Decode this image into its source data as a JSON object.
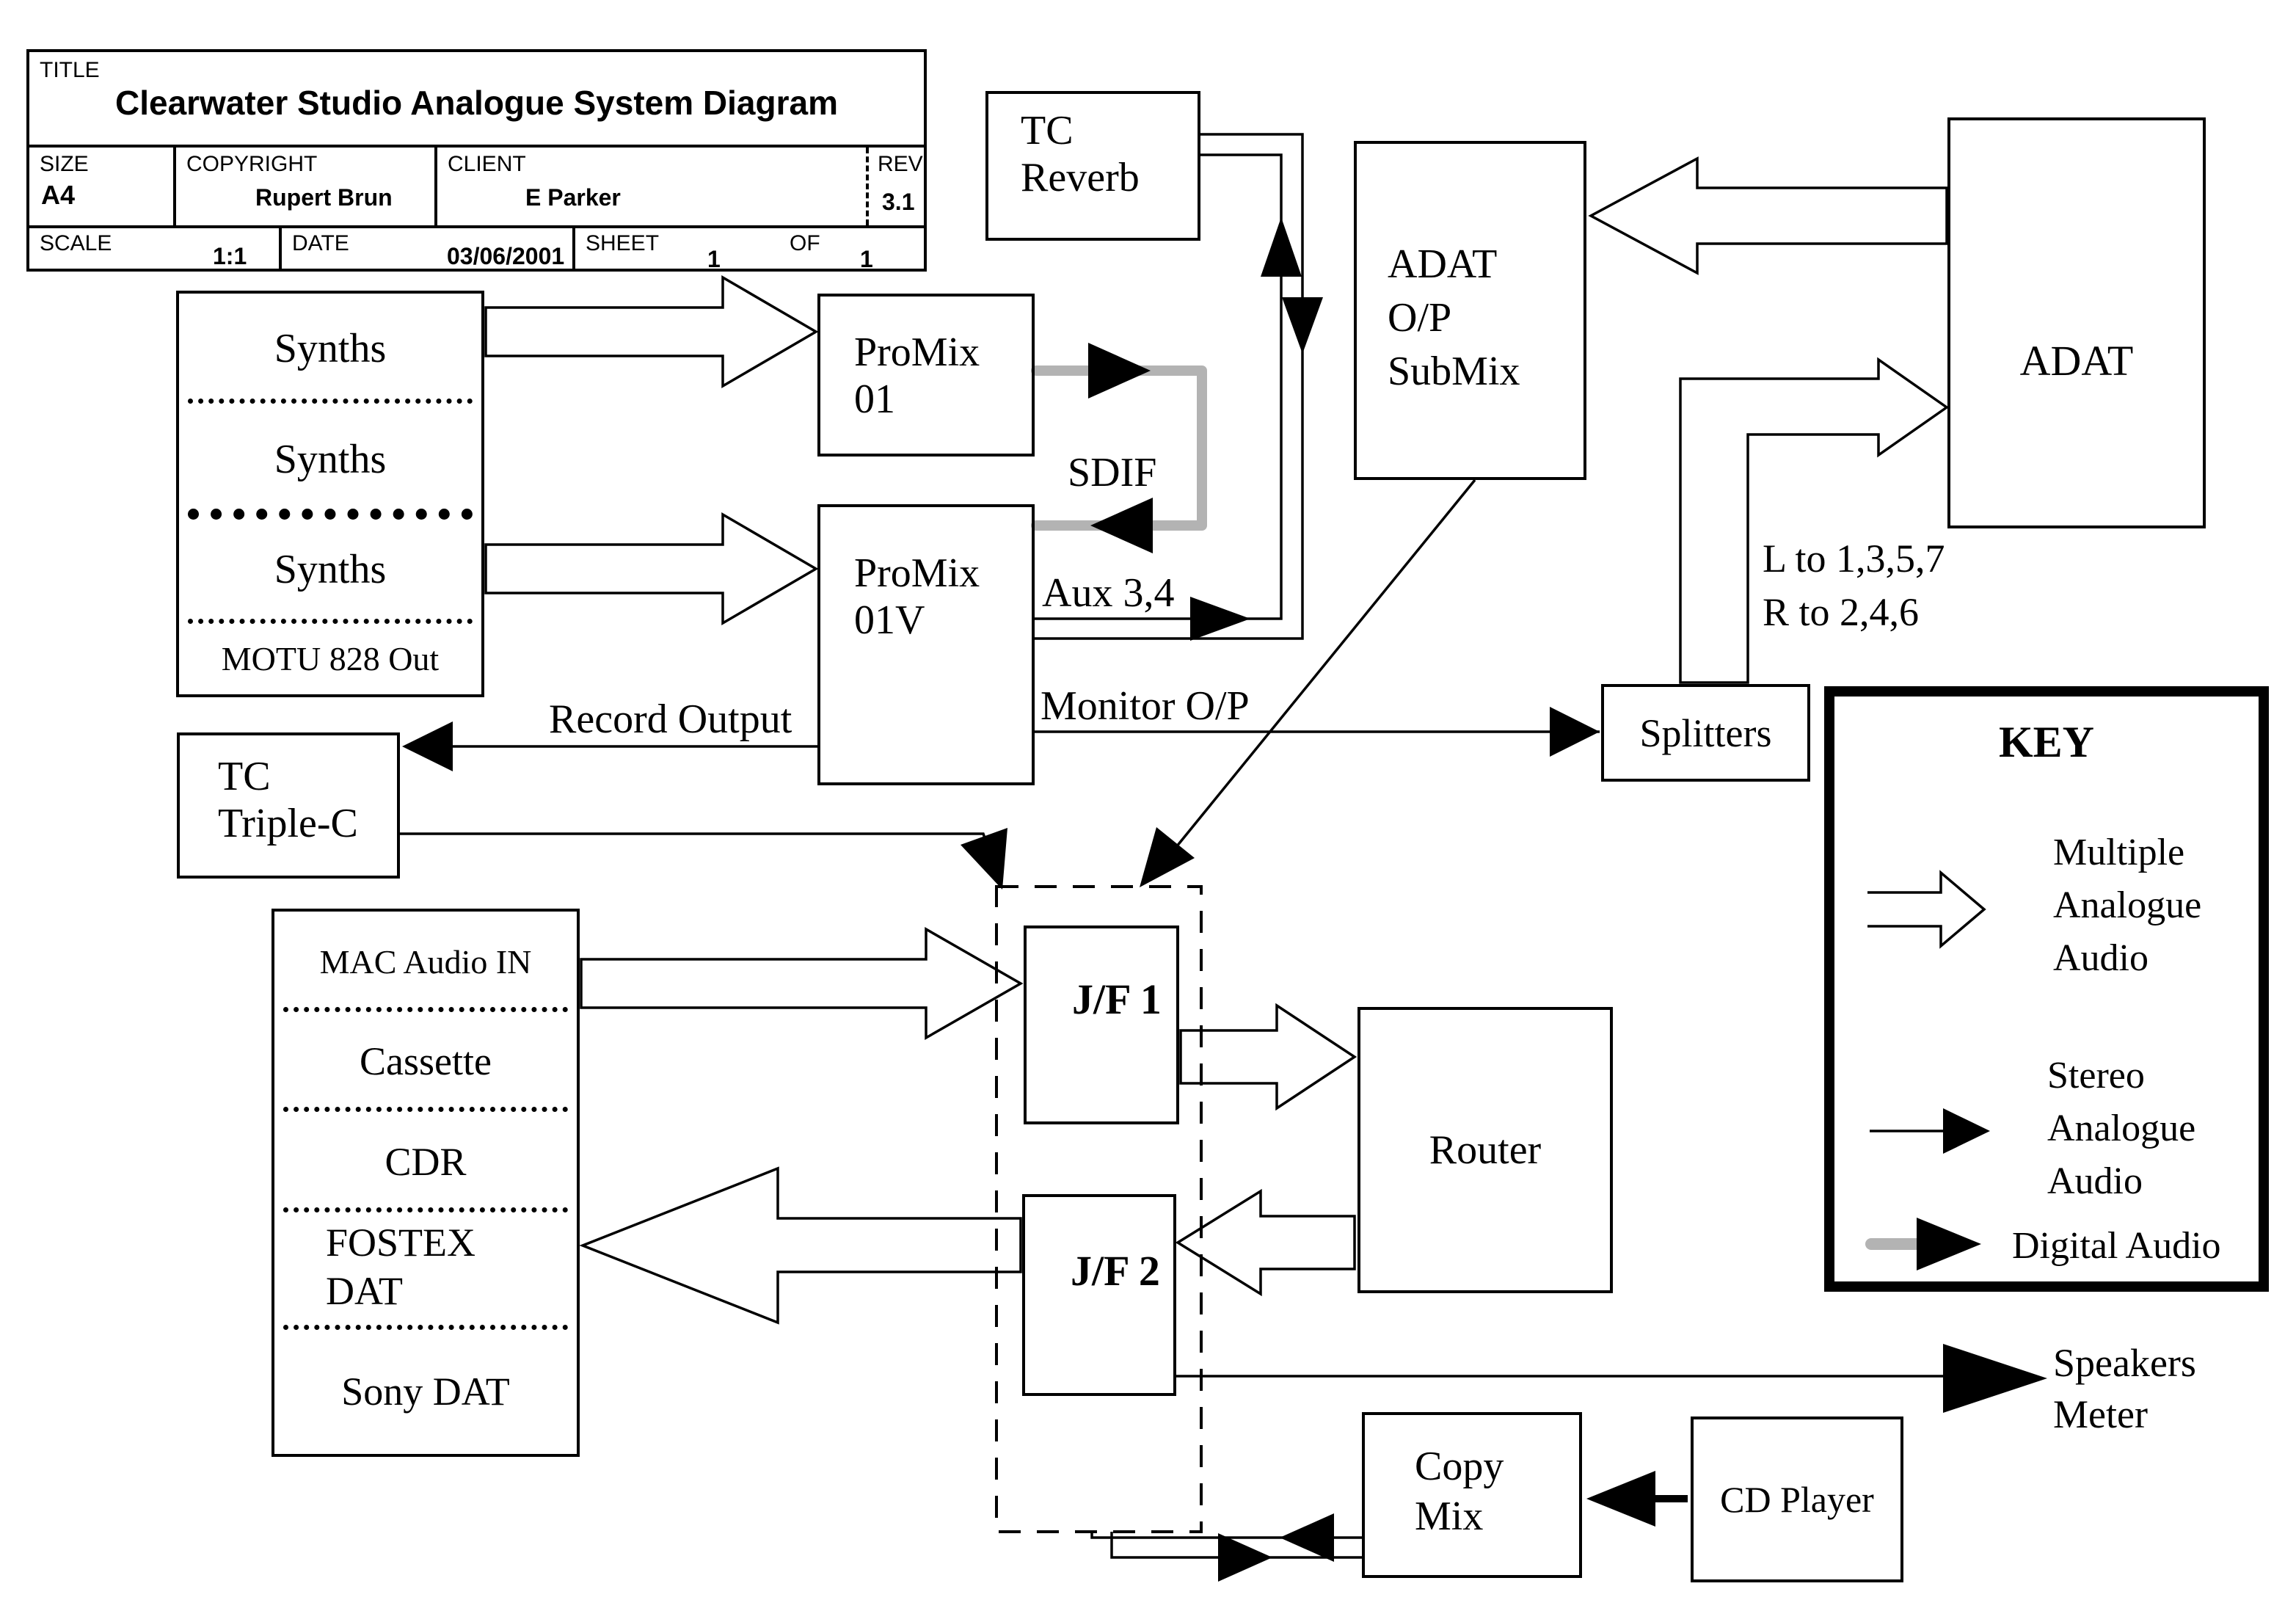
{
  "title_block": {
    "title_label": "TITLE",
    "title": "Clearwater Studio Analogue System Diagram",
    "size_label": "SIZE",
    "size_value": "A4",
    "copyright_label": "COPYRIGHT",
    "copyright_value": "Rupert Brun",
    "client_label": "CLIENT",
    "client_value": "E Parker",
    "rev_label": "REV",
    "rev_value": "3.1",
    "scale_label": "SCALE",
    "scale_value": "1:1",
    "date_label": "DATE",
    "date_value": "03/06/2001",
    "sheet_label": "SHEET",
    "sheet_value": "1",
    "of_label": "OF",
    "of_value": "1"
  },
  "nodes": {
    "synths_stack": {
      "rows": [
        "Synths",
        "Synths",
        "Synths",
        "MOTU 828 Out"
      ]
    },
    "promix_01": {
      "label": "ProMix 01"
    },
    "promix_01v": {
      "label": "ProMix 01V"
    },
    "tc_reverb": {
      "label": "TC Reverb"
    },
    "adat_op_submix": {
      "label": "ADAT O/P SubMix"
    },
    "adat": {
      "label": "ADAT"
    },
    "splitters": {
      "label": "Splitters"
    },
    "tc_triple_c": {
      "label": "TC Triple-C"
    },
    "source_stack": {
      "rows": [
        "MAC Audio IN",
        "Cassette",
        "CDR",
        "FOSTEX DAT",
        "Sony DAT"
      ]
    },
    "jf1": {
      "label": "J/F 1"
    },
    "jf2": {
      "label": "J/F 2"
    },
    "router": {
      "label": "Router"
    },
    "copy_mix": {
      "label": "Copy Mix"
    },
    "cd_player": {
      "label": "CD Player"
    }
  },
  "connection_labels": {
    "sdif": "SDIF",
    "aux": "Aux 3,4",
    "record_output": "Record Output",
    "monitor_op": "Monitor O/P",
    "adat_left_routing": "L to 1,3,5,7",
    "adat_right_routing": "R to 2,4,6",
    "speakers_meter": "Speakers Meter"
  },
  "key": {
    "title": "KEY",
    "items": [
      {
        "label": "Multiple Analogue Audio"
      },
      {
        "label": "Stereo Analogue Audio"
      },
      {
        "label": "Digital Audio"
      }
    ]
  },
  "colors": {
    "line": "#000000",
    "digital_audio_gray": "#b3b3b3",
    "background": "#ffffff"
  }
}
